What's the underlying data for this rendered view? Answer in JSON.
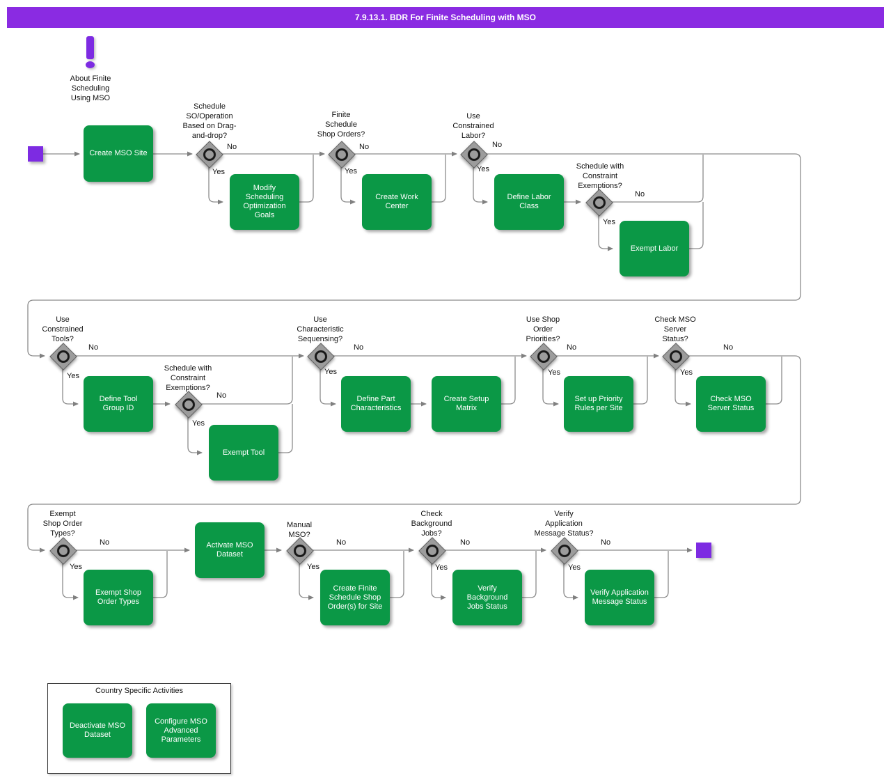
{
  "title_bar": {
    "title": "7.9.13.1. BDR For Finite Scheduling with MSO"
  },
  "colors": {
    "title_purple": "#8a2be2",
    "node_purple": "#7d2be2",
    "activity_green": "#0b9846",
    "line_gray": "#8c8c8c",
    "diamond_gray": "#9c9c9c"
  },
  "note": {
    "label": "About Finite\nScheduling\nUsing MSO"
  },
  "flow": {
    "activities": {
      "a1": {
        "label": "Create MSO Site"
      },
      "a2": {
        "label": "Modify\nScheduling\nOptimization\nGoals"
      },
      "a3": {
        "label": "Create Work\nCenter"
      },
      "a4": {
        "label": "Define Labor\nClass"
      },
      "a5": {
        "label": "Exempt Labor"
      },
      "a6": {
        "label": "Define Tool\nGroup ID"
      },
      "a7": {
        "label": "Exempt Tool"
      },
      "a8": {
        "label": "Define Part\nCharacteristics"
      },
      "a9": {
        "label": "Create Setup\nMatrix"
      },
      "a10": {
        "label": "Set up Priority\nRules per Site"
      },
      "a11": {
        "label": "Check MSO\nServer Status"
      },
      "a12": {
        "label": "Exempt Shop\nOrder Types"
      },
      "a13": {
        "label": "Activate MSO\nDataset"
      },
      "a14": {
        "label": "Create Finite\nSchedule Shop\nOrder(s) for Site"
      },
      "a15": {
        "label": "Verify\nBackground\nJobs Status"
      },
      "a16": {
        "label": "Verify Application\nMessage Status"
      }
    },
    "decisions": {
      "d1": {
        "label": "Schedule\nSO/Operation\nBased on Drag-\nand-drop?",
        "yes": "Yes",
        "no": "No"
      },
      "d2": {
        "label": "Finite\nSchedule\nShop Orders?",
        "yes": "Yes",
        "no": "No"
      },
      "d3": {
        "label": "Use\nConstrained\nLabor?",
        "yes": "Yes",
        "no": "No"
      },
      "d4": {
        "label": "Schedule with\nConstraint\nExemptions?",
        "yes": "Yes",
        "no": "No"
      },
      "d5": {
        "label": "Use\nConstrained\nTools?",
        "yes": "Yes",
        "no": "No"
      },
      "d6": {
        "label": "Schedule with\nConstraint\nExemptions?",
        "yes": "Yes",
        "no": "No"
      },
      "d7": {
        "label": "Use\nCharacteristic\nSequensing?",
        "yes": "Yes",
        "no": "No"
      },
      "d8": {
        "label": "Use Shop\nOrder\nPriorities?",
        "yes": "Yes",
        "no": "No"
      },
      "d9": {
        "label": "Check MSO\nServer\nStatus?",
        "yes": "Yes",
        "no": "No"
      },
      "d10": {
        "label": "Exempt\nShop Order\nTypes?",
        "yes": "Yes",
        "no": "No"
      },
      "d11": {
        "label": "Manual\nMSO?",
        "yes": "Yes",
        "no": "No"
      },
      "d12": {
        "label": "Check\nBackground\nJobs?",
        "yes": "Yes",
        "no": "No"
      },
      "d13": {
        "label": "Verify\nApplication\nMessage Status?",
        "yes": "Yes",
        "no": "No"
      }
    }
  },
  "country_group": {
    "title": "Country Specific Activities",
    "activities": {
      "c1": {
        "label": "Deactivate MSO\nDataset"
      },
      "c2": {
        "label": "Configure MSO\nAdvanced\nParameters"
      }
    }
  }
}
